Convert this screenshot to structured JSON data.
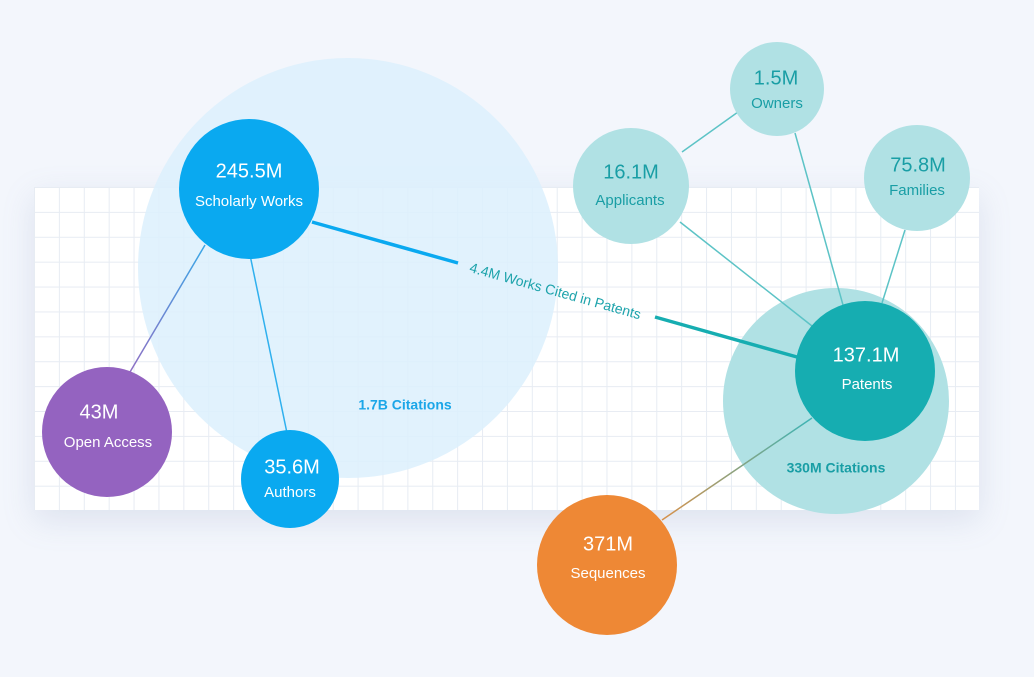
{
  "colors": {
    "scholarly": "#0aa9f0",
    "scholarly_halo": "#dcf0fd",
    "patent": "#16adb1",
    "patent_halo": "#b0e1e4",
    "patent_light": "#b0e1e4",
    "patent_text": "#199ea5",
    "open_access": "#9463c0",
    "sequences": "#ee8835",
    "label_blue": "#1aa6e8",
    "label_teal": "#1da3ab"
  },
  "nodes": {
    "scholarly_works": {
      "value": "245.5M",
      "label": "Scholarly Works"
    },
    "authors": {
      "value": "35.6M",
      "label": "Authors"
    },
    "open_access": {
      "value": "43M",
      "label": "Open Access"
    },
    "patents": {
      "value": "137.1M",
      "label": "Patents"
    },
    "applicants": {
      "value": "16.1M",
      "label": "Applicants"
    },
    "owners": {
      "value": "1.5M",
      "label": "Owners"
    },
    "families": {
      "value": "75.8M",
      "label": "Families"
    },
    "sequences": {
      "value": "371M",
      "label": "Sequences"
    }
  },
  "halos": {
    "scholarly_citations": "1.7B Citations",
    "patent_citations": "330M Citations"
  },
  "edges": {
    "works_cited_in_patents": "4.4M Works Cited in Patents"
  }
}
